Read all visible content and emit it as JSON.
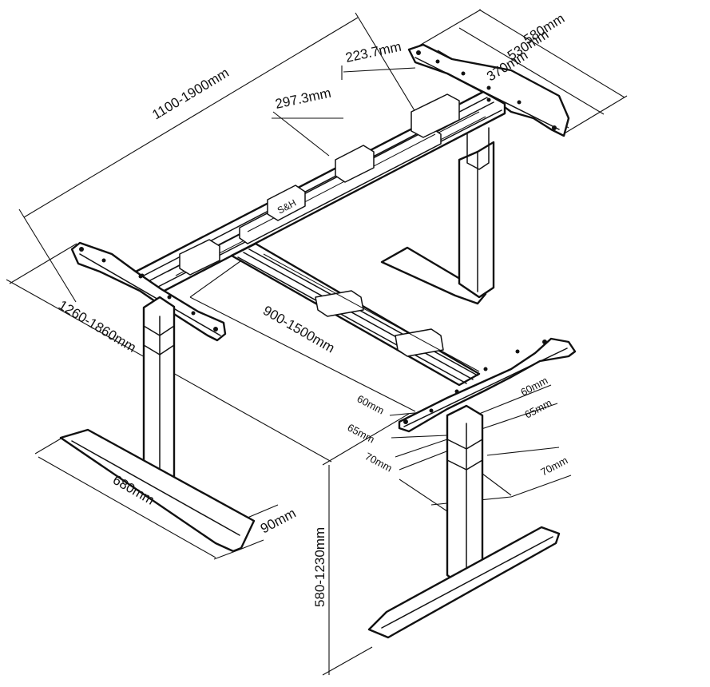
{
  "dimensions": {
    "overall_length": "1100-1900mm",
    "crossbar_length": "900-1500mm",
    "side_length": "1260-1860mm",
    "height_range": "580-1230mm",
    "top_bracket_580": "580mm",
    "top_bracket_530": "530mm",
    "top_bracket_370": "370mm",
    "offset_223": "223.7mm",
    "offset_297": "297.3mm",
    "foot_length": "680mm",
    "foot_width": "90mm",
    "col_60_left": "60mm",
    "col_60_right": "60mm",
    "col_65_left": "65mm",
    "col_65_right": "65mm",
    "col_70_left": "70mm",
    "col_70_right": "70mm"
  },
  "brand_mark": "S&H"
}
